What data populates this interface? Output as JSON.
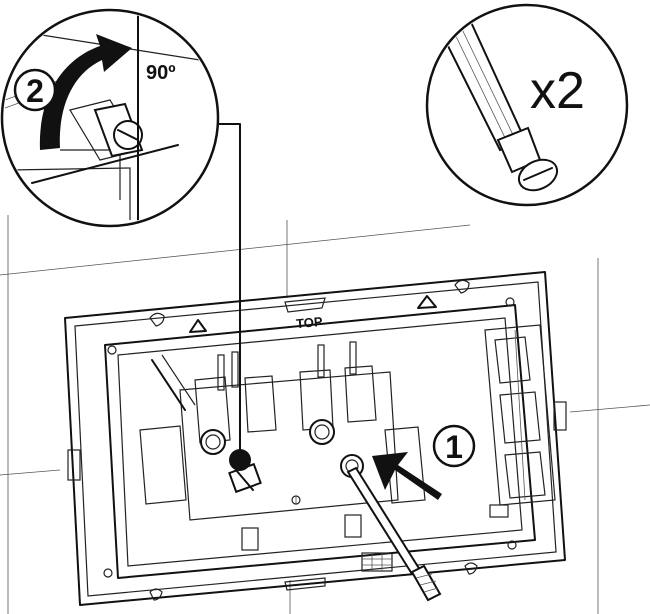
{
  "callouts": {
    "step_2_number": "2",
    "rotation_angle": "90º",
    "quantity": "x2",
    "step_1_number": "1"
  },
  "frame": {
    "top_label": "TOP"
  }
}
